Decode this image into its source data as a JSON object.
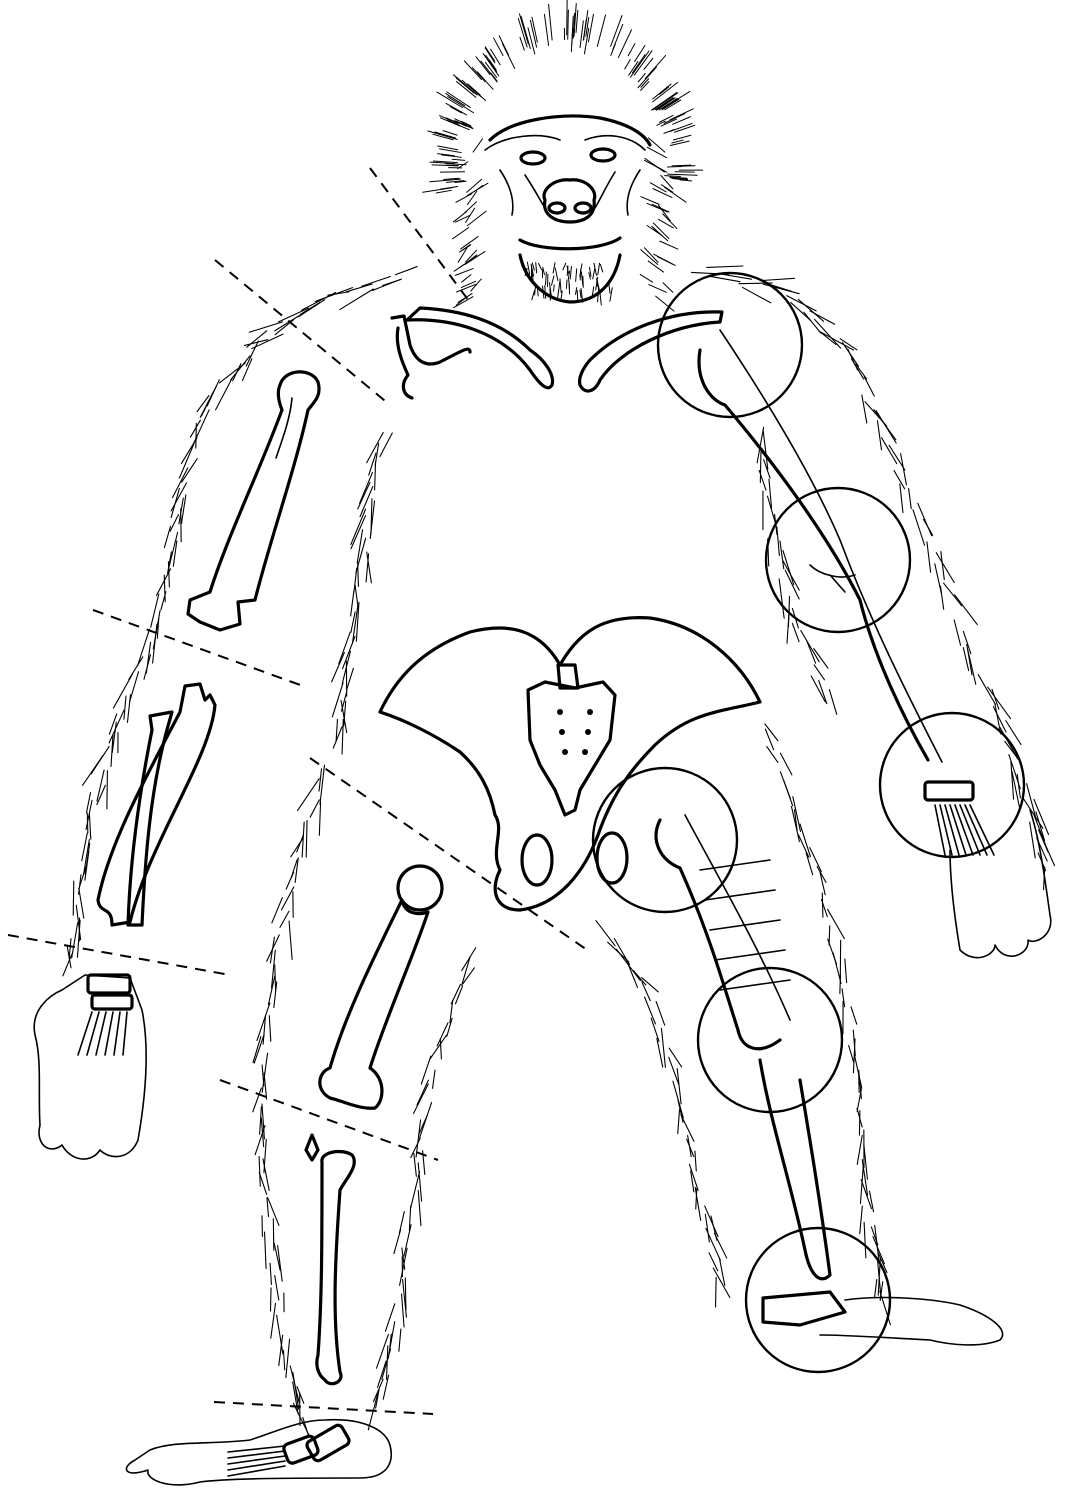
{
  "figure": {
    "subject": "gorilla",
    "colors": {
      "ink": "#000000",
      "paper": "#ffffff"
    },
    "exploded_parts": [
      {
        "part": "clavicles-shoulder"
      },
      {
        "part": "humerus"
      },
      {
        "part": "radius-ulna"
      },
      {
        "part": "hand"
      },
      {
        "part": "pelvis-sacrum"
      },
      {
        "part": "femur"
      },
      {
        "part": "tibia"
      },
      {
        "part": "foot"
      }
    ],
    "joint_circles": [
      {
        "joint": "shoulder"
      },
      {
        "joint": "elbow"
      },
      {
        "joint": "wrist"
      },
      {
        "joint": "hip"
      },
      {
        "joint": "knee"
      },
      {
        "joint": "ankle"
      }
    ]
  }
}
